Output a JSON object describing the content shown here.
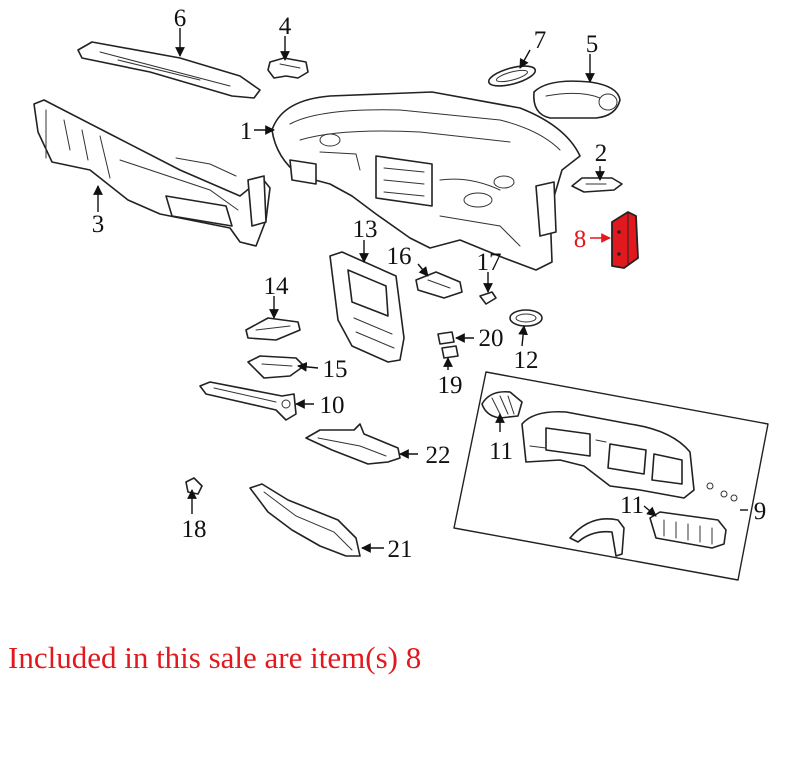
{
  "callouts": {
    "c1": "1",
    "c2": "2",
    "c3": "3",
    "c4": "4",
    "c5": "5",
    "c6": "6",
    "c7": "7",
    "c8": "8",
    "c9": "9",
    "c10": "10",
    "c11a": "11",
    "c11b": "11",
    "c12": "12",
    "c13": "13",
    "c14": "14",
    "c15": "15",
    "c16": "16",
    "c17": "17",
    "c18": "18",
    "c19": "19",
    "c20": "20",
    "c21": "21",
    "c22": "22"
  },
  "highlight": {
    "item": "8",
    "color": "#e1191e"
  },
  "caption": "Included in this sale are item(s) 8"
}
